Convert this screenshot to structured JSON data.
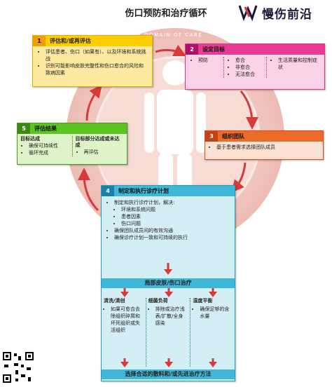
{
  "title": "伤口预防和治疗循环",
  "logo": {
    "text": "慢伤前沿"
  },
  "circle": {
    "label": "THE DOMAIN OF CARE"
  },
  "colors": {
    "assess": "#ffcc00",
    "goals": "#e63a94",
    "team": "#ea6b2a",
    "plan": "#3fb7d9",
    "outcome": "#5cc31f",
    "arrow": "#d63a3a"
  },
  "step1": {
    "num": "1",
    "title": "评估和/或再评估",
    "items": [
      "评估患者、伤口（如果有）、以及环境和系统挑战",
      "识别可能影响皮肤完整性和伤口愈合的风险和致病因素"
    ]
  },
  "step2": {
    "num": "2",
    "title": "设定目标",
    "col1": [
      "预防"
    ],
    "col2": [
      "愈合",
      "非愈合",
      "无法愈合"
    ],
    "col3": [
      "生活质量和控制症状"
    ]
  },
  "step3": {
    "num": "3",
    "title": "组织团队",
    "items": [
      "基于患者需求选择团队成员"
    ]
  },
  "step4": {
    "num": "4",
    "title": "制定和执行诊疗计划",
    "intro": "制定和执行诊疗计划，解决:",
    "sub_items": [
      "环境和系统问题",
      "患者因素",
      "伤口问题"
    ],
    "items": [
      "确保团队成员间的有效沟通",
      "确保诊疗计划一致和可持续的执行"
    ],
    "local_care": "局部皮肤/伤口治疗",
    "col_cleanse": {
      "head": "清洗/清创",
      "items": [
        "如果可愈合去除组织碎屑和坏死组织或失活组织"
      ]
    },
    "col_bacteria": {
      "head": "细菌负荷",
      "items": [
        "排除或治疗浅表/扩散/全身感染"
      ]
    },
    "col_moisture": {
      "head": "湿度平衡",
      "items": [
        "确保足够的含水量"
      ]
    },
    "final": "选择合适的敷料和/或先进治疗方法"
  },
  "step5": {
    "num": "5",
    "title": "评估结果",
    "col1": {
      "head": "目标达成",
      "items": [
        "确保可持续性",
        "循环完成"
      ]
    },
    "col2": {
      "head": "目标部分达成或未达成",
      "items": [
        "再评估"
      ]
    }
  }
}
